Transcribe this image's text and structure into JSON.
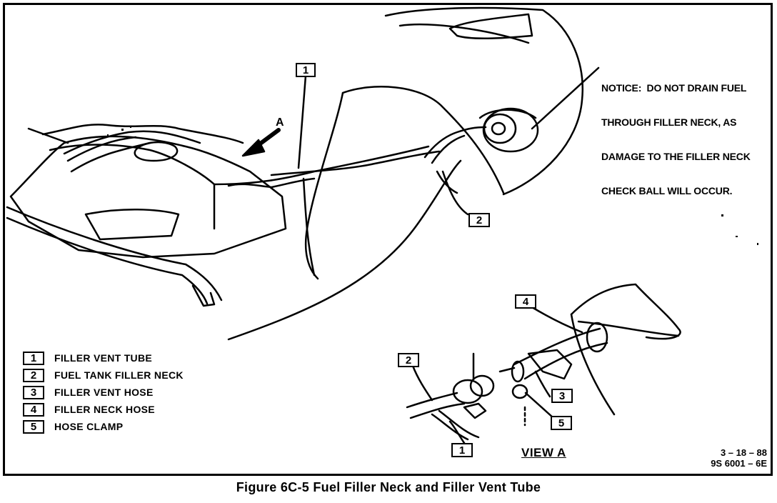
{
  "notice": {
    "lines": [
      "NOTICE:  DO NOT DRAIN FUEL",
      "THROUGH FILLER NECK, AS",
      "DAMAGE TO THE FILLER NECK",
      "CHECK BALL WILL OCCUR."
    ]
  },
  "callouts": {
    "main_1": "1",
    "main_2": "2",
    "view_1": "1",
    "view_2": "2",
    "view_3": "3",
    "view_4": "4",
    "view_5": "5"
  },
  "arrow_label": "A",
  "legend": [
    {
      "num": "1",
      "label": "FILLER VENT TUBE"
    },
    {
      "num": "2",
      "label": "FUEL TANK FILLER NECK"
    },
    {
      "num": "3",
      "label": "FILLER VENT HOSE"
    },
    {
      "num": "4",
      "label": "FILLER NECK HOSE"
    },
    {
      "num": "5",
      "label": "HOSE CLAMP"
    }
  ],
  "view_label": "VIEW A",
  "date_code": [
    "3 – 18 – 88",
    "9S 6001 – 6E"
  ],
  "caption": "Figure 6C-5  Fuel Filler Neck and Filler Vent Tube"
}
